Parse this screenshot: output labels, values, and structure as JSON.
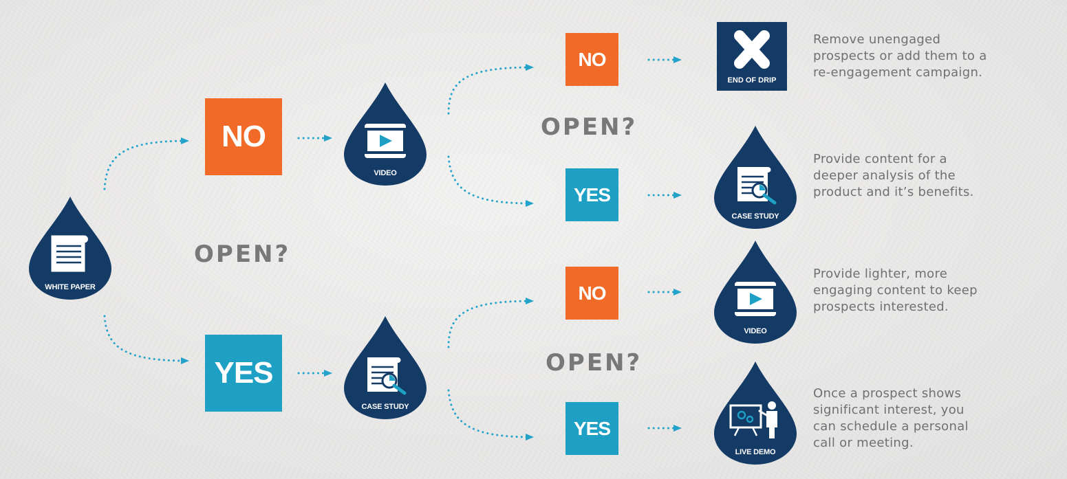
{
  "question_label": "OPEN?",
  "root": {
    "label": "WHITE PAPER",
    "icon": "document-icon"
  },
  "level1": {
    "no": {
      "label": "NO",
      "next": {
        "label": "VIDEO",
        "icon": "video-icon"
      }
    },
    "yes": {
      "label": "YES",
      "next": {
        "label": "CASE STUDY",
        "icon": "case-study-icon"
      }
    }
  },
  "level2": {
    "video_branch": {
      "no": {
        "label": "NO",
        "result": {
          "label": "END OF DRIP",
          "icon": "x-icon"
        }
      },
      "yes": {
        "label": "YES",
        "result": {
          "label": "CASE STUDY",
          "icon": "case-study-icon"
        }
      }
    },
    "case_branch": {
      "no": {
        "label": "NO",
        "result": {
          "label": "VIDEO",
          "icon": "video-icon"
        }
      },
      "yes": {
        "label": "YES",
        "result": {
          "label": "LIVE DEMO",
          "icon": "live-demo-icon"
        }
      }
    }
  },
  "descriptions": [
    {
      "lines": [
        "Remove unengaged",
        "prospects or add them to a",
        "re-engagement campaign."
      ]
    },
    {
      "lines": [
        "Provide content for a",
        "deeper analysis of the",
        "product and it’s benefits."
      ]
    },
    {
      "lines": [
        "Provide lighter, more",
        "engaging content to keep",
        "prospects interested."
      ]
    },
    {
      "lines": [
        "Once a prospect shows",
        "significant interest, you",
        "can schedule a personal",
        "call or meeting."
      ]
    }
  ],
  "colors": {
    "navy": "#143a66",
    "orange": "#f26a28",
    "blue": "#1e9fc4",
    "gray_text": "#787878",
    "arrow": "#23a3c9"
  }
}
